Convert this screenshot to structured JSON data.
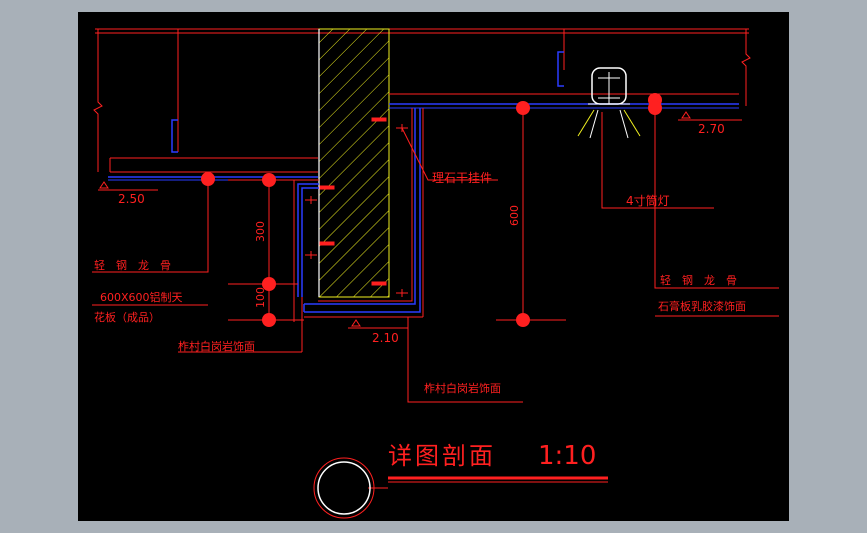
{
  "drawing": {
    "title": "详图剖面",
    "scale": "1:10",
    "elevations": {
      "left": "2.50",
      "right": "2.70",
      "bottom": "2.10"
    },
    "dimensions": {
      "left_upper": "300",
      "left_lower": "100",
      "right": "600"
    },
    "labels": {
      "stone_hanger": "理石干挂件",
      "downlight": "4寸筒灯",
      "keel_left": "轻　钢　龙　骨",
      "ceiling_panel_line1": "600X600铝制天",
      "ceiling_panel_line2": "花板（成品）",
      "granite_left": "柞村白岗岩饰面",
      "granite_bottom": "柞村白岗岩饰面",
      "keel_right": "轻　钢　龙　骨",
      "gypsum_board": "石膏板乳胶漆饰面"
    }
  },
  "colors": {
    "background": "#000000",
    "frame": "#a8b0b8",
    "line_red": "#ff2020",
    "line_blue": "#2a3cff",
    "line_white": "#ffffff",
    "line_yellow": "#f0f020"
  }
}
